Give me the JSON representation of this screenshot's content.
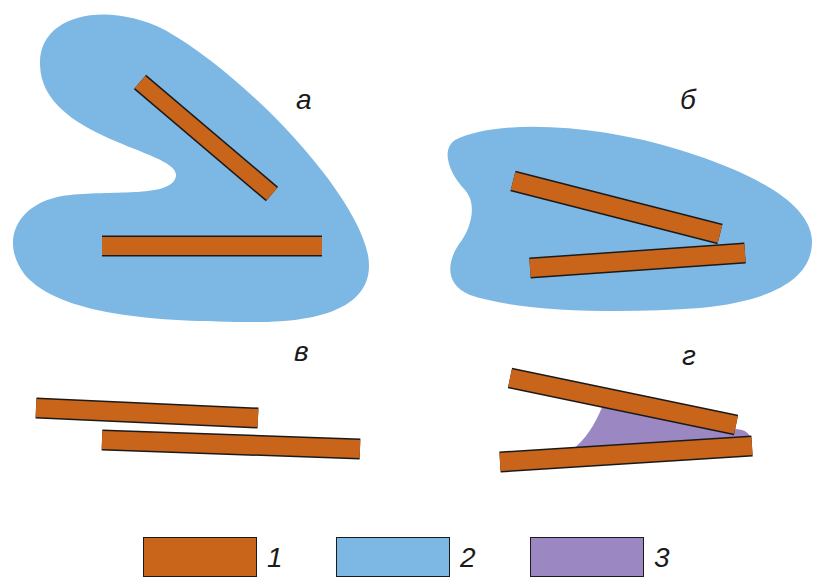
{
  "diagram": {
    "labels": [
      "а",
      "б",
      "в",
      "г"
    ],
    "legend": [
      {
        "text": "1",
        "color": "#c8651b"
      },
      {
        "text": "2",
        "color": "#7db8e4"
      },
      {
        "text": "3",
        "color": "#9b87c2"
      }
    ]
  }
}
